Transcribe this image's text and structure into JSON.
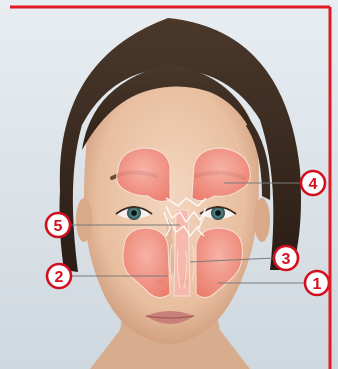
{
  "figure": {
    "callouts": [
      {
        "id": "1",
        "label": "1"
      },
      {
        "id": "2",
        "label": "2"
      },
      {
        "id": "3",
        "label": "3"
      },
      {
        "id": "4",
        "label": "4"
      },
      {
        "id": "5",
        "label": "5"
      }
    ],
    "colors": {
      "frame": "#e01b24",
      "callout_ring": "#d10f1f",
      "sinus_fill": "#f08a7e",
      "hair": "#3b2a20",
      "skin": "#e9c4a8",
      "background": "#d6dde4"
    }
  }
}
